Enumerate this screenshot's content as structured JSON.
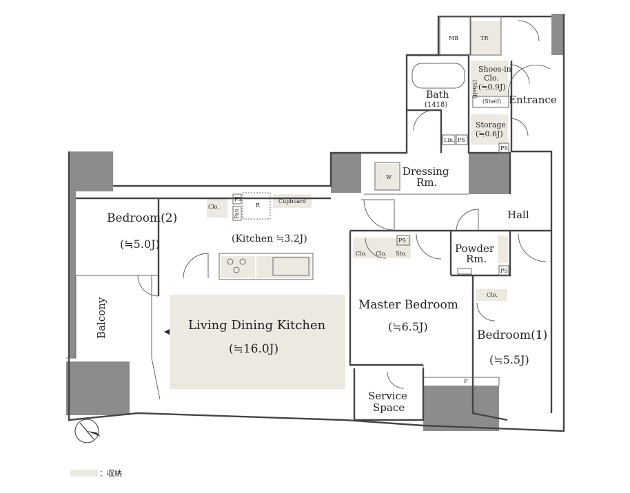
{
  "rooms": {
    "mb": "MB",
    "tr": "TR",
    "shoes_in": "Shoes-in",
    "shoes_clo": "Clo.",
    "shoes_size": "(≒0.9J)",
    "shelf1": "(Shelf)",
    "shelf2": "(Shelf)",
    "entrance": "Entrance",
    "bath": "Bath",
    "bath_size": "(1418)",
    "storage": "Storage",
    "storage_size": "(≒0.6J)",
    "lin": "Lin.",
    "ps_top": "PS",
    "ps_storage": "PS",
    "w": "W",
    "dressing": "Dressing",
    "dressing_rm": "Rm.",
    "hall": "Hall",
    "bedroom2": "Bedroom(2)",
    "bedroom2_size": "(≒5.0J)",
    "clo_b2": "Clo.",
    "ps_kitchen": "PS",
    "pan": "Pan",
    "r": "R",
    "cupboard": "Cupboard",
    "kitchen": "(Kitchen ≒3.2J)",
    "clo_m1": "Clo.",
    "clo_m2": "Clo.",
    "sto_m": "Sto.",
    "ps_master": "PS",
    "powder": "Powder",
    "powder_rm": "Rm.",
    "ps_powder": "PS",
    "clo_b1": "Clo.",
    "balcony": "Balcony",
    "ldk": "Living Dining Kitchen",
    "ldk_size": "(≒16.0J)",
    "master": "Master Bedroom",
    "master_size": "(≒6.5J)",
    "bedroom1": "Bedroom(1)",
    "bedroom1_size": "(≒5.5J)",
    "p": "P",
    "service": "Service",
    "service_space": "Space"
  },
  "legend": {
    "label": "：収納",
    "color": "#ece9e1"
  },
  "colors": {
    "wall": "#444444",
    "column": "#8c8c8c",
    "storage_fill": "#ece9e1"
  },
  "icons": {
    "north": "compass-icon"
  }
}
